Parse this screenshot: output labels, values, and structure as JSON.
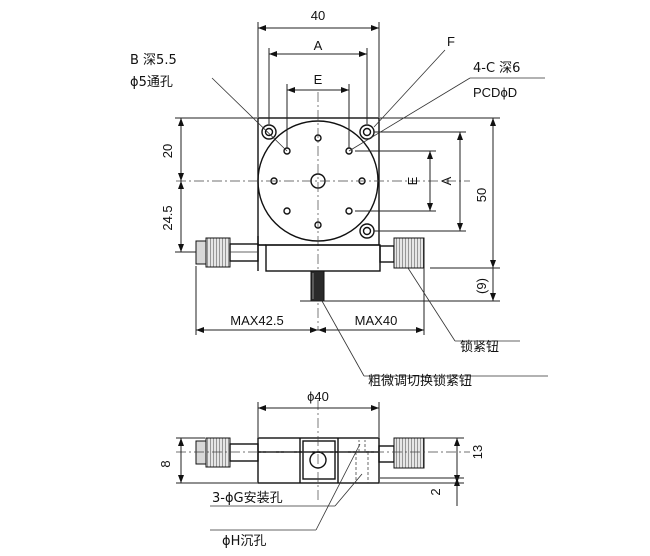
{
  "top_view": {
    "dim_width": "40",
    "dim_A_top": "A",
    "dim_E_top": "E",
    "dim_A_right": "A",
    "dim_E_right": "E",
    "dim_height": "50",
    "dim_left_upper": "20",
    "dim_left_lower": "24.5",
    "dim_offset": "(9)",
    "dim_max_left": "MAX42.5",
    "dim_max_right": "MAX40",
    "label_F": "F",
    "label_B_line1": "B 深5.5",
    "label_B_line2": "ϕ5通孔",
    "label_C_line1": "4-C 深6",
    "label_C_line2": "PCDϕD",
    "label_lock_knob": "锁紧钮",
    "label_fine_lock_knob": "粗微调切换锁紧钮"
  },
  "side_view": {
    "dim_diameter": "ϕ40",
    "dim_height_left": "8",
    "dim_height_right": "13",
    "dim_bottom": "2",
    "label_holes_line1": "3-ϕG安装孔",
    "label_holes_line2": "ϕH沉孔"
  }
}
